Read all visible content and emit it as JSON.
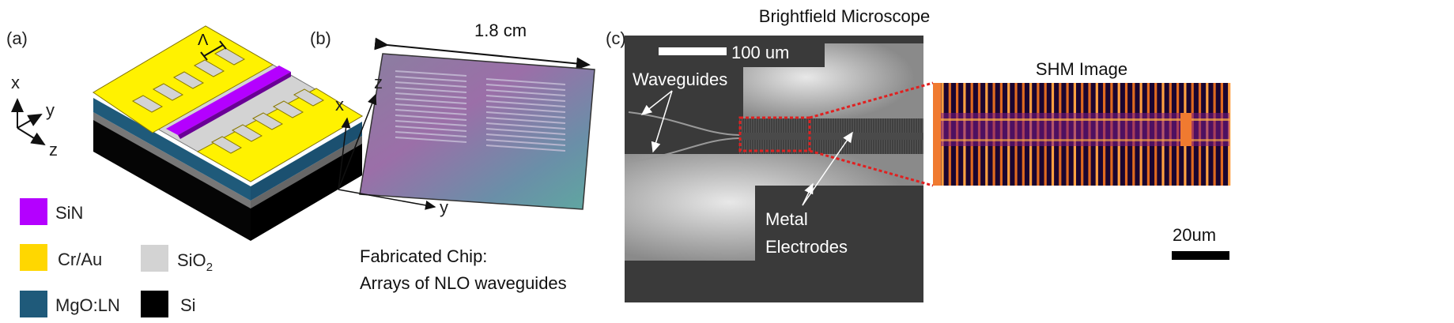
{
  "panel_a": {
    "label": "(a)",
    "period_symbol": "Λ",
    "axes": {
      "x": "x",
      "y": "y",
      "z": "z"
    },
    "legend": [
      {
        "name": "SiN",
        "color": "#b400ff"
      },
      {
        "name": "Cr/Au",
        "color": "#ffd700"
      },
      {
        "name": "SiO",
        "sub": "2",
        "color": "#d3d3d3"
      },
      {
        "name": "MgO:LN",
        "color": "#1f5a7a"
      },
      {
        "name": "Si",
        "color": "#000000"
      }
    ]
  },
  "panel_b": {
    "label": "(b)",
    "dimension": "1.8 cm",
    "axes": {
      "x": "x",
      "y": "y",
      "z": "z"
    },
    "caption_line1": "Fabricated Chip:",
    "caption_line2": "Arrays of NLO waveguides"
  },
  "panel_c": {
    "label": "(c)",
    "title": "Brightfield Microscope",
    "scale_bar": "100 um",
    "waveguides_label": "Waveguides",
    "electrodes_line1": "Metal",
    "electrodes_line2": "Electrodes",
    "shm_title": "SHM Image",
    "shm_scale_bar": "20um"
  }
}
